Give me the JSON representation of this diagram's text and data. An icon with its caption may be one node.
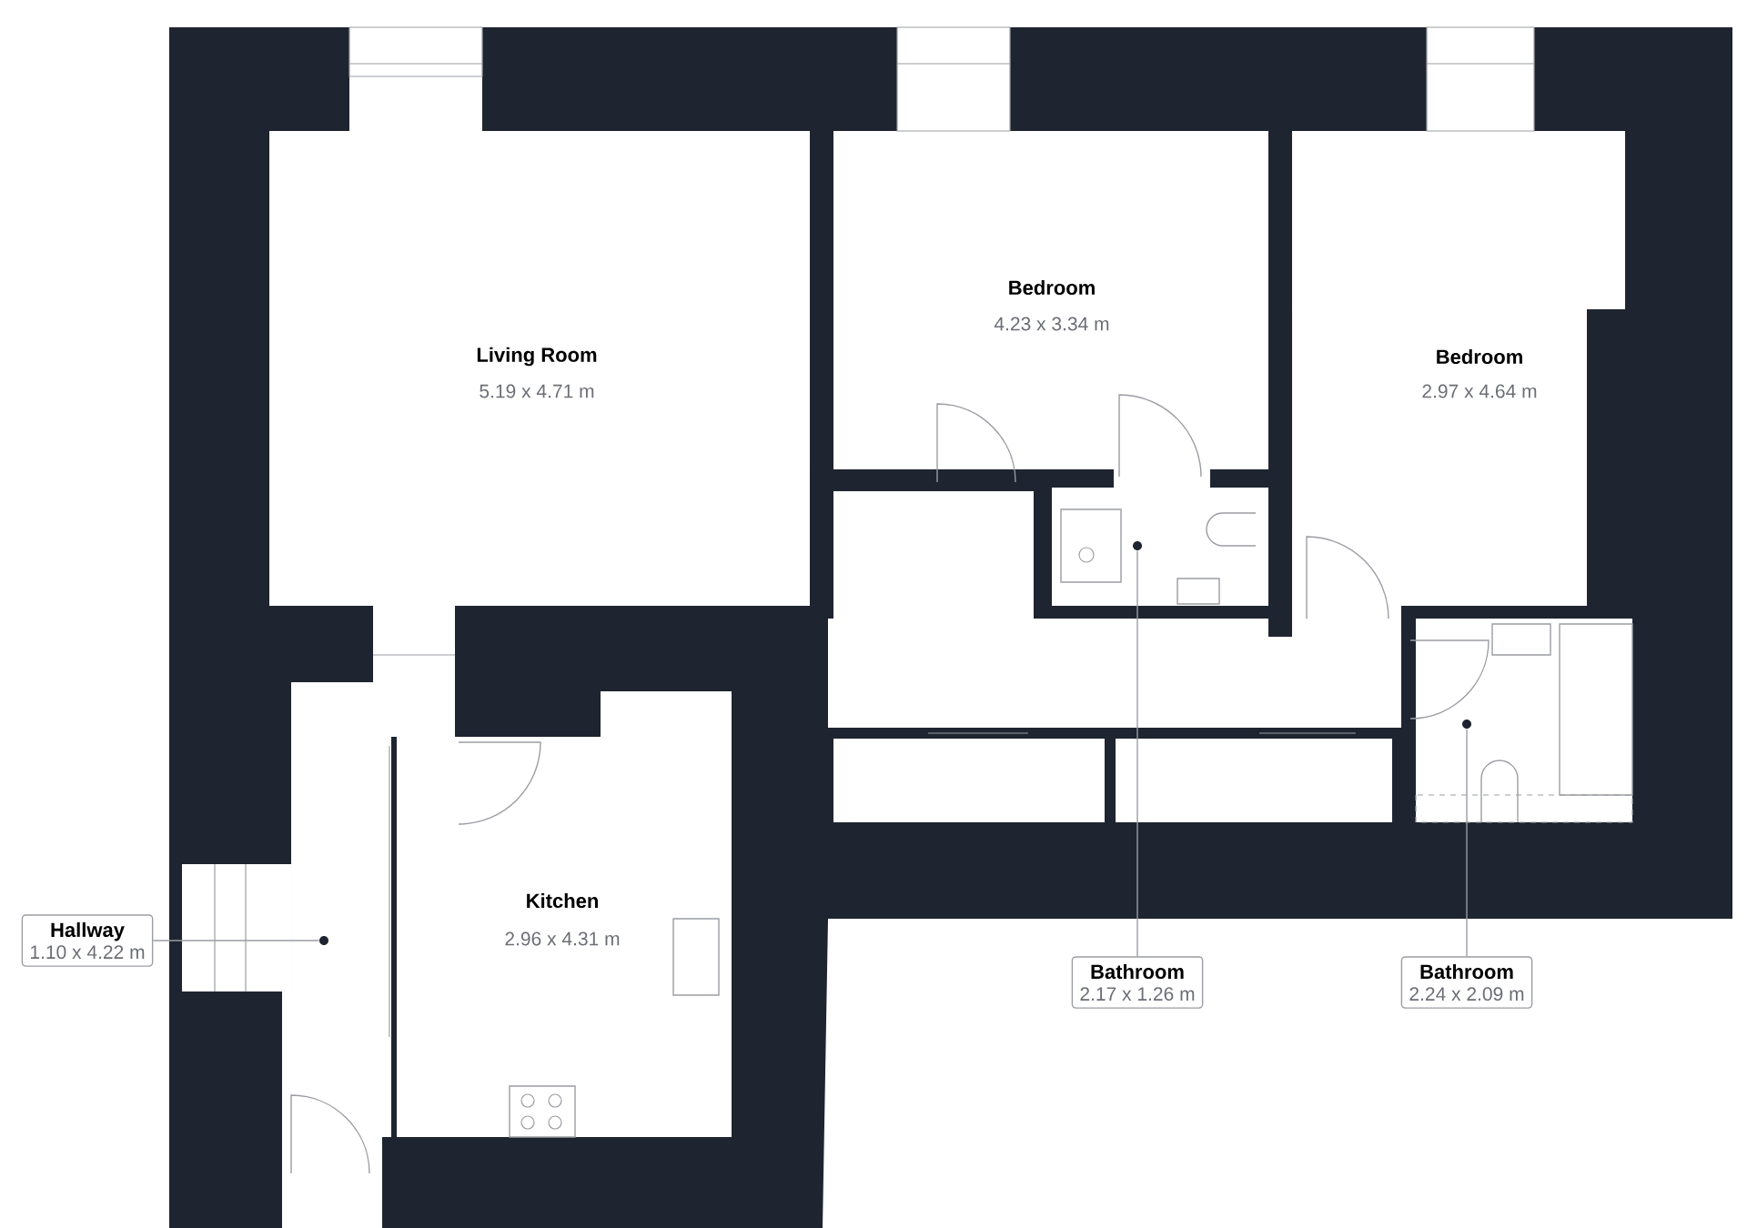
{
  "diagram": {
    "nodes": [
      {
        "text": [
          "Hallway",
          "1.10 x 4.22 m"
        ]
      },
      {
        "text": [
          "Bathroom",
          "2.17 x 1.26 m"
        ]
      },
      {
        "text": [
          "Bathroom",
          "2.24 x 2.09 m"
        ]
      },
      {
        "text": [],
        "shape": "circle"
      },
      {
        "text": [],
        "shape": "circle"
      },
      {
        "text": [],
        "shape": "circle"
      }
    ],
    "edges": [
      {
        "from": 0,
        "to": 3,
        "arrow": "none"
      },
      {
        "from": 1,
        "to": 4,
        "arrow": "none"
      },
      {
        "from": 2,
        "to": 5,
        "arrow": "none"
      }
    ],
    "labels": [
      "Living Room",
      "5.19 x 4.71 m",
      "Bedroom",
      "4.23 x 3.34 m",
      "Bedroom",
      "2.97 x 4.64 m",
      "Kitchen",
      "2.96 x 4.31 m"
    ]
  }
}
